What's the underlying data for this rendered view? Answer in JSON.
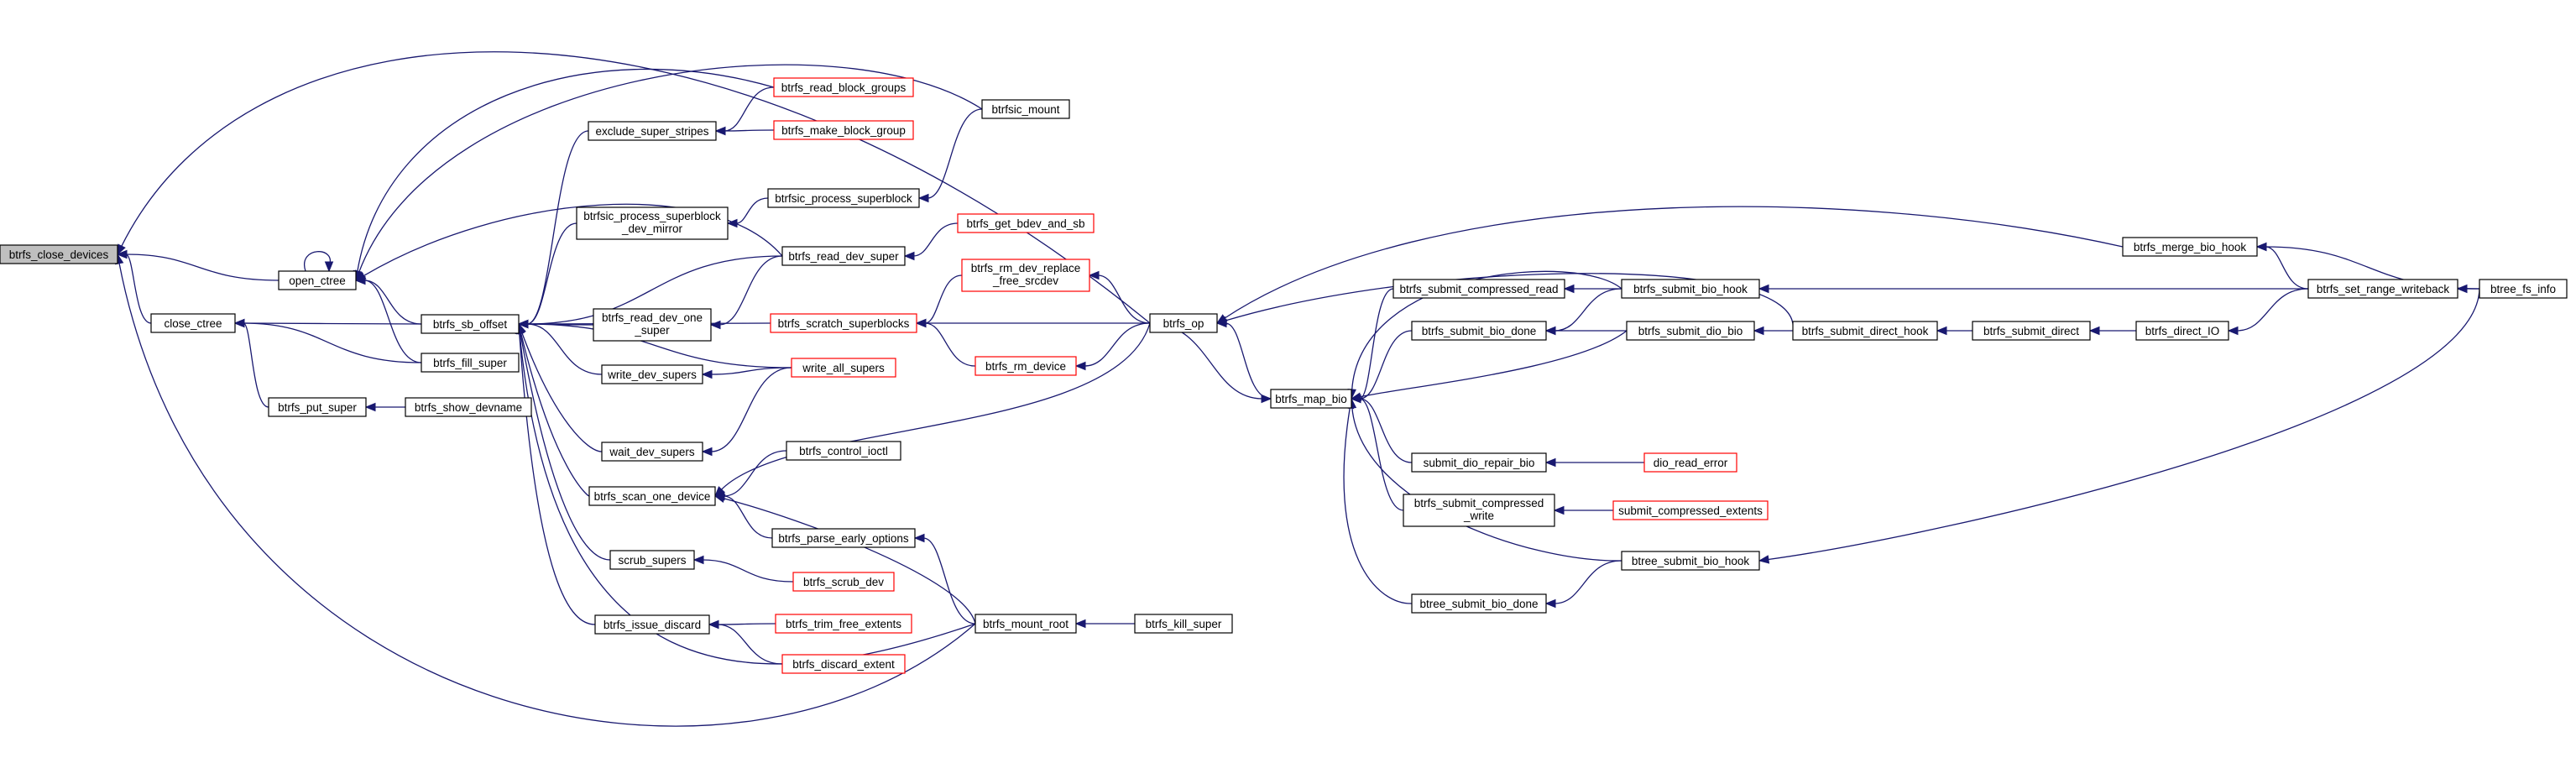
{
  "colors": {
    "edge": "#191970",
    "node_border": "#000000",
    "truncated_border": "#ff0000",
    "root_fill": "#bfbfbf"
  },
  "nodes": [
    {
      "id": "btrfs_close_devices",
      "lines": [
        "btrfs_close_devices"
      ],
      "root": true
    },
    {
      "id": "open_ctree",
      "lines": [
        "open_ctree"
      ]
    },
    {
      "id": "close_ctree",
      "lines": [
        "close_ctree"
      ]
    },
    {
      "id": "btrfs_put_super",
      "lines": [
        "btrfs_put_super"
      ]
    },
    {
      "id": "btrfs_show_devname",
      "lines": [
        "btrfs_show_devname"
      ]
    },
    {
      "id": "btrfs_sb_offset",
      "lines": [
        "btrfs_sb_offset"
      ]
    },
    {
      "id": "btrfs_fill_super",
      "lines": [
        "btrfs_fill_super"
      ]
    },
    {
      "id": "exclude_super_stripes",
      "lines": [
        "exclude_super_stripes"
      ]
    },
    {
      "id": "btrfsic_process_superblock_dev_mirror",
      "lines": [
        "btrfsic_process_superblock",
        "_dev_mirror"
      ]
    },
    {
      "id": "btrfs_read_dev_one_super",
      "lines": [
        "btrfs_read_dev_one",
        "_super"
      ]
    },
    {
      "id": "write_dev_supers",
      "lines": [
        "write_dev_supers"
      ]
    },
    {
      "id": "wait_dev_supers",
      "lines": [
        "wait_dev_supers"
      ]
    },
    {
      "id": "btrfs_scan_one_device",
      "lines": [
        "btrfs_scan_one_device"
      ]
    },
    {
      "id": "scrub_supers",
      "lines": [
        "scrub_supers"
      ]
    },
    {
      "id": "btrfs_issue_discard",
      "lines": [
        "btrfs_issue_discard"
      ]
    },
    {
      "id": "btrfs_read_block_groups",
      "lines": [
        "btrfs_read_block_groups"
      ],
      "red": true
    },
    {
      "id": "btrfs_make_block_group",
      "lines": [
        "btrfs_make_block_group"
      ],
      "red": true
    },
    {
      "id": "btrfsic_process_superblock",
      "lines": [
        "btrfsic_process_superblock"
      ]
    },
    {
      "id": "btrfs_read_dev_super",
      "lines": [
        "btrfs_read_dev_super"
      ]
    },
    {
      "id": "btrfs_scratch_superblocks",
      "lines": [
        "btrfs_scratch_superblocks"
      ],
      "red": true
    },
    {
      "id": "write_all_supers",
      "lines": [
        "write_all_supers"
      ],
      "red": true
    },
    {
      "id": "btrfs_control_ioctl",
      "lines": [
        "btrfs_control_ioctl"
      ]
    },
    {
      "id": "btrfs_parse_early_options",
      "lines": [
        "btrfs_parse_early_options"
      ]
    },
    {
      "id": "btrfs_scrub_dev",
      "lines": [
        "btrfs_scrub_dev"
      ],
      "red": true
    },
    {
      "id": "btrfs_trim_free_extents",
      "lines": [
        "btrfs_trim_free_extents"
      ],
      "red": true
    },
    {
      "id": "btrfs_discard_extent",
      "lines": [
        "btrfs_discard_extent"
      ],
      "red": true
    },
    {
      "id": "btrfsic_mount",
      "lines": [
        "btrfsic_mount"
      ]
    },
    {
      "id": "btrfs_get_bdev_and_sb",
      "lines": [
        "btrfs_get_bdev_and_sb"
      ],
      "red": true
    },
    {
      "id": "btrfs_rm_dev_replace_free_srcdev",
      "lines": [
        "btrfs_rm_dev_replace",
        "_free_srcdev"
      ],
      "red": true
    },
    {
      "id": "btrfs_rm_device",
      "lines": [
        "btrfs_rm_device"
      ],
      "red": true
    },
    {
      "id": "btrfs_mount_root",
      "lines": [
        "btrfs_mount_root"
      ]
    },
    {
      "id": "btrfs_kill_super",
      "lines": [
        "btrfs_kill_super"
      ]
    },
    {
      "id": "btrfs_op",
      "lines": [
        "btrfs_op"
      ]
    },
    {
      "id": "btrfs_map_bio",
      "lines": [
        "btrfs_map_bio"
      ]
    },
    {
      "id": "btrfs_submit_compressed_read",
      "lines": [
        "btrfs_submit_compressed_read"
      ]
    },
    {
      "id": "btrfs_submit_bio_done",
      "lines": [
        "btrfs_submit_bio_done"
      ]
    },
    {
      "id": "submit_dio_repair_bio",
      "lines": [
        "submit_dio_repair_bio"
      ]
    },
    {
      "id": "btrfs_submit_compressed_write",
      "lines": [
        "btrfs_submit_compressed",
        "_write"
      ]
    },
    {
      "id": "btree_submit_bio_done",
      "lines": [
        "btree_submit_bio_done"
      ]
    },
    {
      "id": "btrfs_submit_bio_hook",
      "lines": [
        "btrfs_submit_bio_hook"
      ]
    },
    {
      "id": "btrfs_submit_dio_bio",
      "lines": [
        "btrfs_submit_dio_bio"
      ]
    },
    {
      "id": "dio_read_error",
      "lines": [
        "dio_read_error"
      ],
      "red": true
    },
    {
      "id": "submit_compressed_extents",
      "lines": [
        "submit_compressed_extents"
      ],
      "red": true
    },
    {
      "id": "btree_submit_bio_hook",
      "lines": [
        "btree_submit_bio_hook"
      ]
    },
    {
      "id": "btrfs_submit_direct_hook",
      "lines": [
        "btrfs_submit_direct_hook"
      ]
    },
    {
      "id": "btrfs_submit_direct",
      "lines": [
        "btrfs_submit_direct"
      ]
    },
    {
      "id": "btrfs_direct_IO",
      "lines": [
        "btrfs_direct_IO"
      ]
    },
    {
      "id": "btrfs_merge_bio_hook",
      "lines": [
        "btrfs_merge_bio_hook"
      ]
    },
    {
      "id": "btrfs_set_range_writeback",
      "lines": [
        "btrfs_set_range_writeback"
      ]
    },
    {
      "id": "btree_fs_info",
      "lines": [
        "btree_fs_info"
      ]
    }
  ],
  "edges": [
    [
      "open_ctree",
      "btrfs_close_devices"
    ],
    [
      "close_ctree",
      "btrfs_close_devices"
    ],
    [
      "btrfs_put_super",
      "close_ctree"
    ],
    [
      "btrfs_show_devname",
      "btrfs_put_super"
    ],
    [
      "open_ctree",
      "open_ctree"
    ],
    [
      "btrfs_sb_offset",
      "open_ctree"
    ],
    [
      "btrfs_fill_super",
      "open_ctree"
    ],
    [
      "btrfs_sb_offset",
      "close_ctree"
    ],
    [
      "btrfs_fill_super",
      "close_ctree"
    ],
    [
      "btrfs_read_block_groups",
      "open_ctree"
    ],
    [
      "btrfsic_mount",
      "open_ctree"
    ],
    [
      "btrfs_read_dev_super",
      "open_ctree"
    ],
    [
      "btrfs_op",
      "btrfs_close_devices"
    ],
    [
      "btrfs_mount_root",
      "btrfs_close_devices"
    ],
    [
      "exclude_super_stripes",
      "btrfs_sb_offset"
    ],
    [
      "btrfsic_process_superblock_dev_mirror",
      "btrfs_sb_offset"
    ],
    [
      "btrfs_read_dev_one_super",
      "btrfs_sb_offset"
    ],
    [
      "write_dev_supers",
      "btrfs_sb_offset"
    ],
    [
      "wait_dev_supers",
      "btrfs_sb_offset"
    ],
    [
      "btrfs_scan_one_device",
      "btrfs_sb_offset"
    ],
    [
      "scrub_supers",
      "btrfs_sb_offset"
    ],
    [
      "btrfs_issue_discard",
      "btrfs_sb_offset"
    ],
    [
      "btrfs_scratch_superblocks",
      "btrfs_sb_offset"
    ],
    [
      "btrfs_read_dev_super",
      "btrfs_sb_offset"
    ],
    [
      "write_all_supers",
      "btrfs_sb_offset"
    ],
    [
      "btrfs_mount_root",
      "btrfs_sb_offset"
    ],
    [
      "btrfs_read_block_groups",
      "exclude_super_stripes"
    ],
    [
      "btrfs_make_block_group",
      "exclude_super_stripes"
    ],
    [
      "btrfsic_process_superblock",
      "btrfsic_process_superblock_dev_mirror"
    ],
    [
      "btrfsic_mount",
      "btrfsic_process_superblock"
    ],
    [
      "btrfs_read_dev_super",
      "btrfs_read_dev_one_super"
    ],
    [
      "btrfs_get_bdev_and_sb",
      "btrfs_read_dev_super"
    ],
    [
      "write_all_supers",
      "write_dev_supers"
    ],
    [
      "write_all_supers",
      "wait_dev_supers"
    ],
    [
      "btrfs_control_ioctl",
      "btrfs_scan_one_device"
    ],
    [
      "btrfs_parse_early_options",
      "btrfs_scan_one_device"
    ],
    [
      "btrfs_mount_root",
      "btrfs_scan_one_device"
    ],
    [
      "btrfs_op",
      "btrfs_scan_one_device"
    ],
    [
      "btrfs_mount_root",
      "btrfs_parse_early_options"
    ],
    [
      "btrfs_scrub_dev",
      "scrub_supers"
    ],
    [
      "btrfs_trim_free_extents",
      "btrfs_issue_discard"
    ],
    [
      "btrfs_discard_extent",
      "btrfs_issue_discard"
    ],
    [
      "btrfs_kill_super",
      "btrfs_mount_root"
    ],
    [
      "btrfs_rm_dev_replace_free_srcdev",
      "btrfs_scratch_superblocks"
    ],
    [
      "btrfs_rm_device",
      "btrfs_scratch_superblocks"
    ],
    [
      "btrfs_op",
      "btrfs_scratch_superblocks"
    ],
    [
      "btrfs_op",
      "btrfs_rm_dev_replace_free_srcdev"
    ],
    [
      "btrfs_op",
      "btrfs_rm_device"
    ],
    [
      "btrfs_map_bio",
      "btrfs_op"
    ],
    [
      "btrfs_op",
      "btrfs_map_bio"
    ],
    [
      "btrfs_merge_bio_hook",
      "btrfs_op"
    ],
    [
      "btrfs_submit_direct_hook",
      "btrfs_op"
    ],
    [
      "btrfs_submit_compressed_read",
      "btrfs_map_bio"
    ],
    [
      "btrfs_submit_bio_done",
      "btrfs_map_bio"
    ],
    [
      "submit_dio_repair_bio",
      "btrfs_map_bio"
    ],
    [
      "btrfs_submit_compressed_write",
      "btrfs_map_bio"
    ],
    [
      "btree_submit_bio_done",
      "btrfs_map_bio"
    ],
    [
      "btrfs_submit_bio_hook",
      "btrfs_map_bio"
    ],
    [
      "btrfs_submit_dio_bio",
      "btrfs_map_bio"
    ],
    [
      "btree_submit_bio_hook",
      "btrfs_map_bio"
    ],
    [
      "btrfs_submit_bio_hook",
      "btrfs_submit_compressed_read"
    ],
    [
      "btrfs_submit_bio_hook",
      "btrfs_submit_bio_done"
    ],
    [
      "btrfs_submit_dio_bio",
      "btrfs_submit_bio_done"
    ],
    [
      "dio_read_error",
      "submit_dio_repair_bio"
    ],
    [
      "submit_compressed_extents",
      "btrfs_submit_compressed_write"
    ],
    [
      "btree_submit_bio_hook",
      "btree_submit_bio_done"
    ],
    [
      "btrfs_set_range_writeback",
      "btrfs_submit_bio_hook"
    ],
    [
      "btrfs_submit_direct_hook",
      "btrfs_submit_dio_bio"
    ],
    [
      "btree_fs_info",
      "btree_submit_bio_hook"
    ],
    [
      "btrfs_submit_direct",
      "btrfs_submit_direct_hook"
    ],
    [
      "btrfs_direct_IO",
      "btrfs_submit_direct"
    ],
    [
      "btrfs_set_range_writeback",
      "btrfs_direct_IO"
    ],
    [
      "btrfs_set_range_writeback",
      "btrfs_merge_bio_hook"
    ],
    [
      "btree_fs_info",
      "btrfs_merge_bio_hook"
    ],
    [
      "btree_fs_info",
      "btrfs_set_range_writeback"
    ]
  ]
}
